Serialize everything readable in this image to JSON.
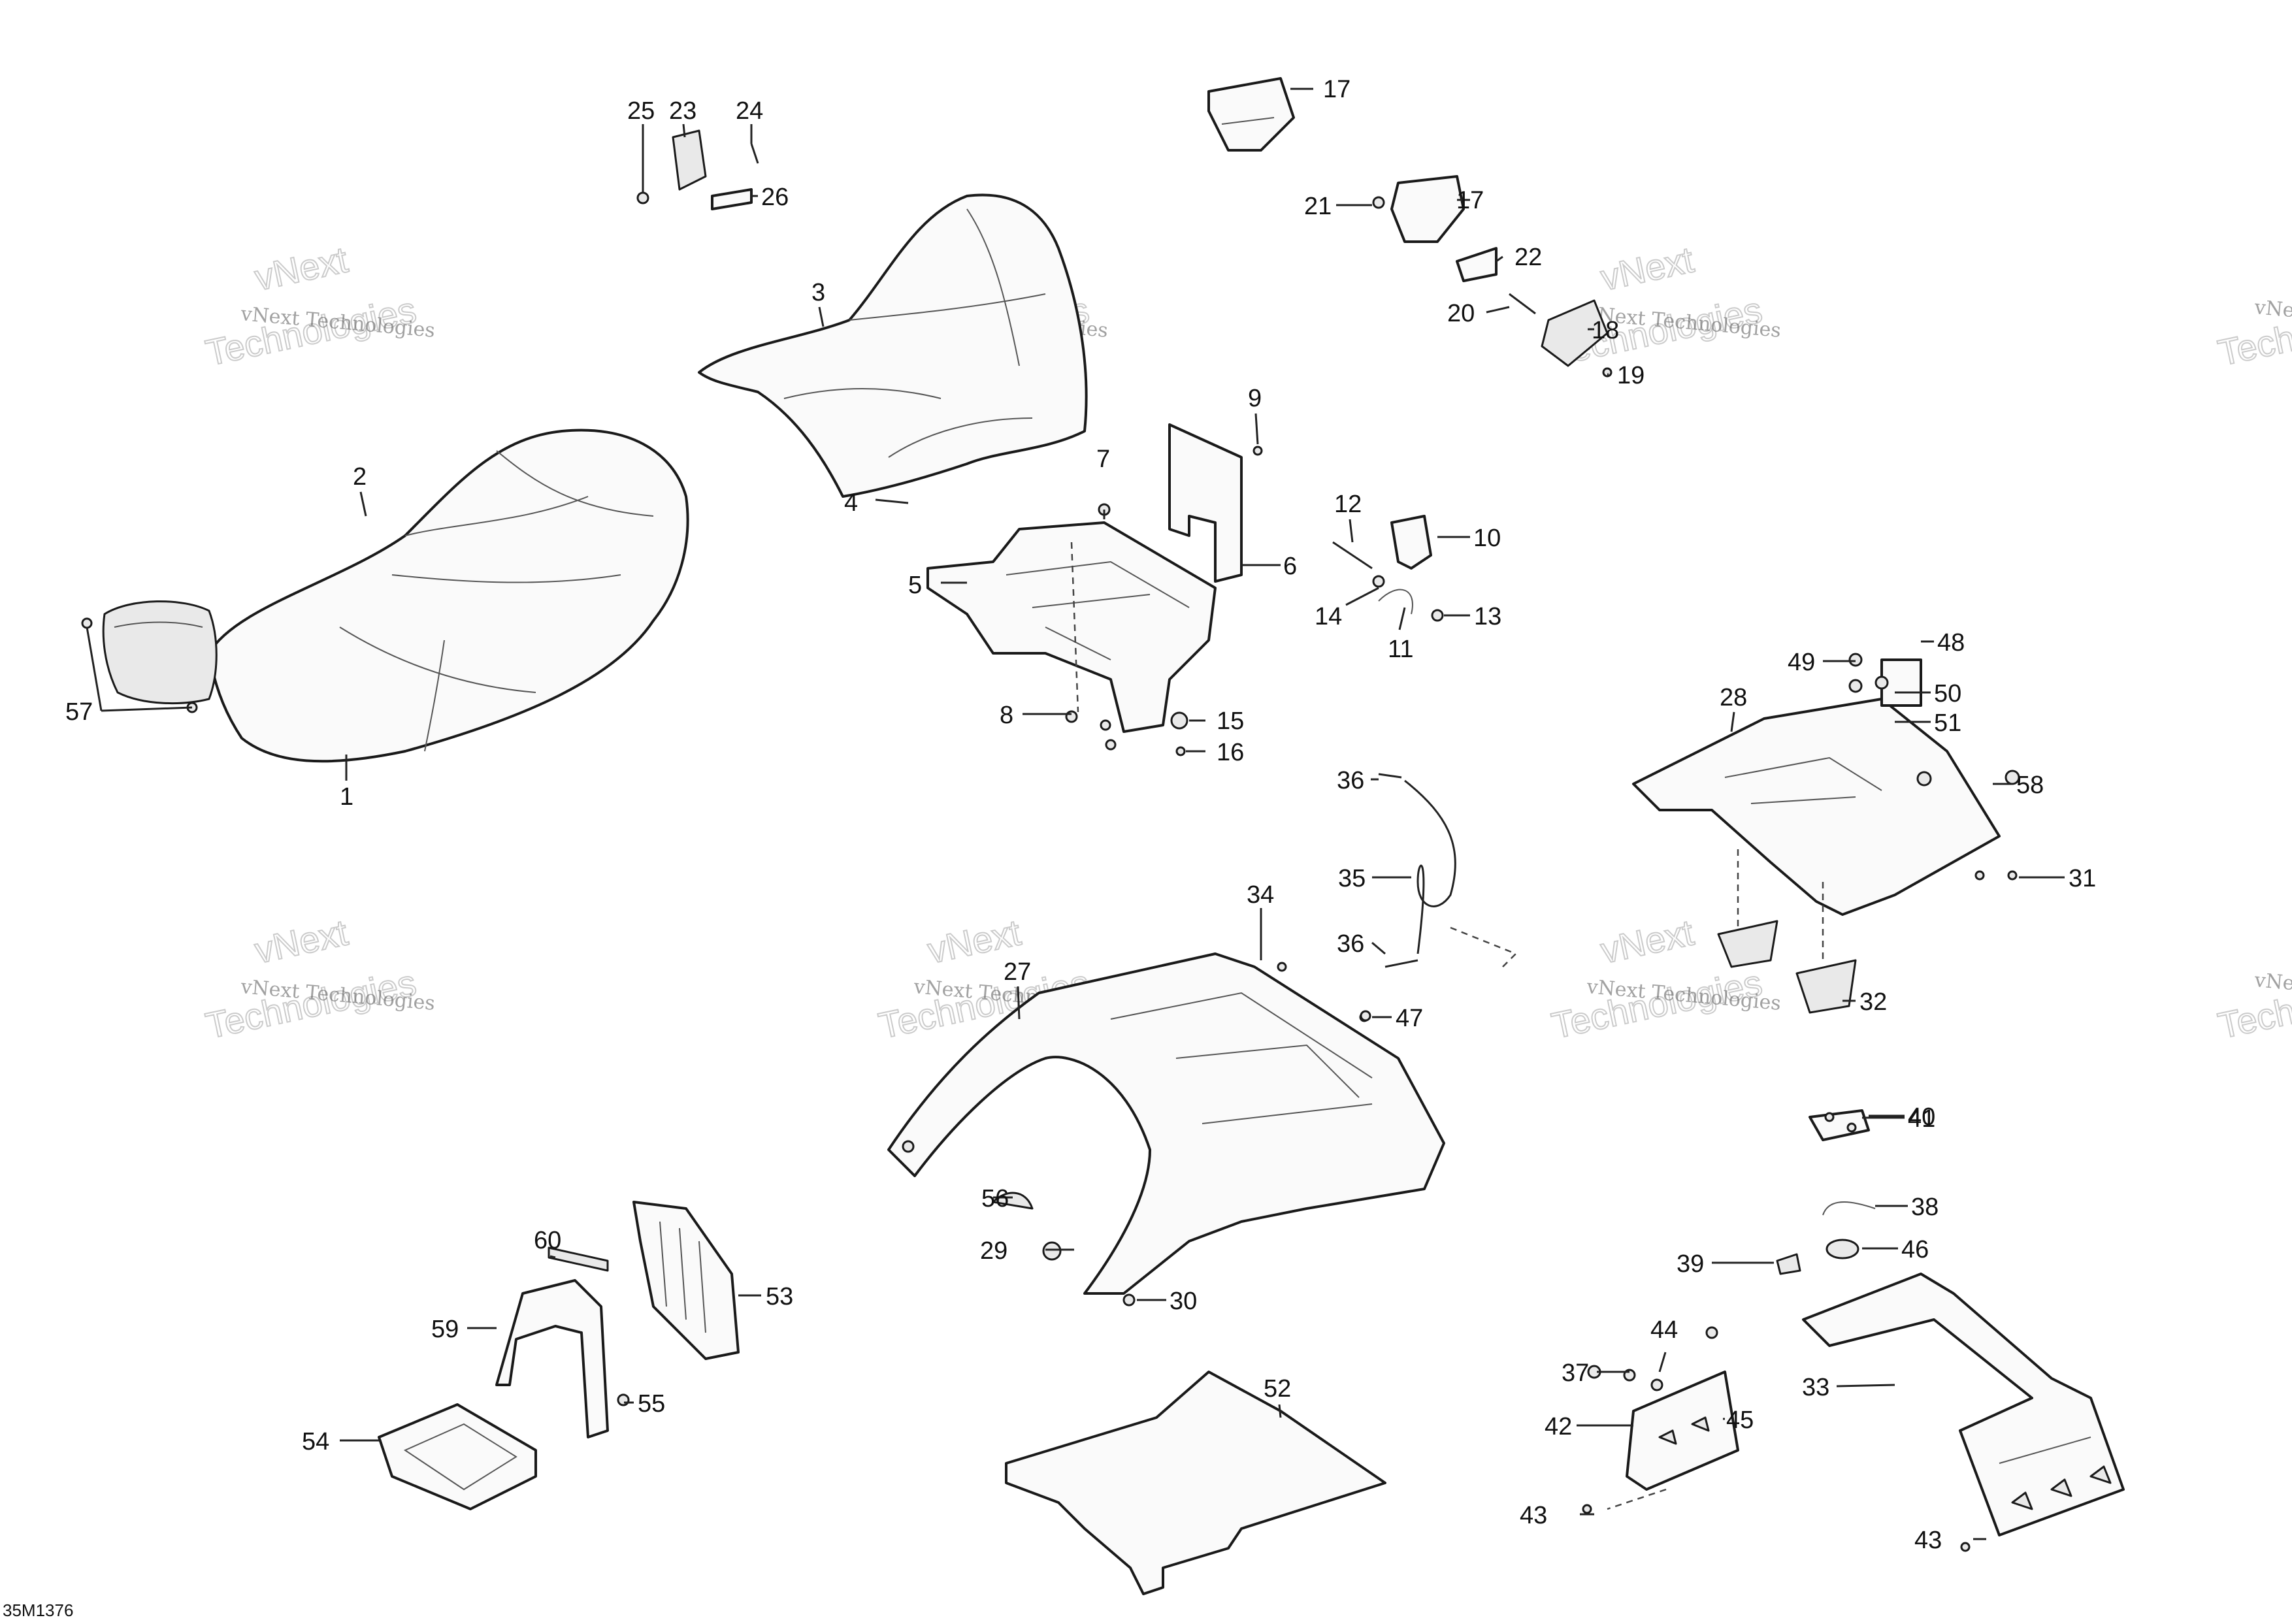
{
  "diagram": {
    "reference_code": "35M1376",
    "watermark_small": "vNext Technologies",
    "watermark_large_1": "vNext",
    "watermark_large_2": "Technologies",
    "callouts": [
      {
        "label": "1"
      },
      {
        "label": "2"
      },
      {
        "label": "3"
      },
      {
        "label": "4"
      },
      {
        "label": "5"
      },
      {
        "label": "6"
      },
      {
        "label": "7"
      },
      {
        "label": "8"
      },
      {
        "label": "9"
      },
      {
        "label": "10"
      },
      {
        "label": "11"
      },
      {
        "label": "12"
      },
      {
        "label": "13"
      },
      {
        "label": "14"
      },
      {
        "label": "15"
      },
      {
        "label": "16"
      },
      {
        "label": "17"
      },
      {
        "label": "17"
      },
      {
        "label": "18"
      },
      {
        "label": "19"
      },
      {
        "label": "20"
      },
      {
        "label": "21"
      },
      {
        "label": "22"
      },
      {
        "label": "23"
      },
      {
        "label": "24"
      },
      {
        "label": "25"
      },
      {
        "label": "26"
      },
      {
        "label": "27"
      },
      {
        "label": "28"
      },
      {
        "label": "29"
      },
      {
        "label": "30"
      },
      {
        "label": "31"
      },
      {
        "label": "32"
      },
      {
        "label": "33"
      },
      {
        "label": "34"
      },
      {
        "label": "35"
      },
      {
        "label": "36"
      },
      {
        "label": "36"
      },
      {
        "label": "37"
      },
      {
        "label": "38"
      },
      {
        "label": "39"
      },
      {
        "label": "40"
      },
      {
        "label": "41"
      },
      {
        "label": "42"
      },
      {
        "label": "43"
      },
      {
        "label": "43"
      },
      {
        "label": "44"
      },
      {
        "label": "45"
      },
      {
        "label": "46"
      },
      {
        "label": "47"
      },
      {
        "label": "48"
      },
      {
        "label": "49"
      },
      {
        "label": "50"
      },
      {
        "label": "51"
      },
      {
        "label": "52"
      },
      {
        "label": "53"
      },
      {
        "label": "54"
      },
      {
        "label": "55"
      },
      {
        "label": "56"
      },
      {
        "label": "57"
      },
      {
        "label": "58"
      },
      {
        "label": "59"
      },
      {
        "label": "60"
      }
    ]
  }
}
